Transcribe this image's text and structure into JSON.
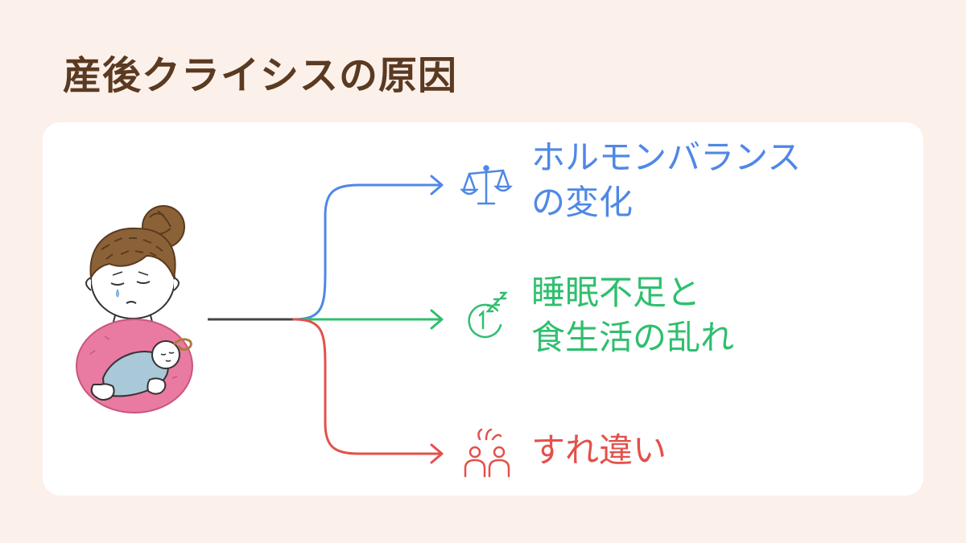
{
  "title": "産後クライシスの原因",
  "colors": {
    "background": "#fcf0ea",
    "card": "#ffffff",
    "title": "#5b3a22",
    "hormone": "#4f88e6",
    "sleep": "#2fbf6e",
    "mismatch": "#e3514b",
    "trunk": "#444444"
  },
  "causes": [
    {
      "id": "hormone",
      "icon": "balance-scale-icon",
      "lines": [
        "ホルモンバランス",
        "の変化"
      ]
    },
    {
      "id": "sleep",
      "icon": "sleep-clock-icon",
      "lines": [
        "睡眠不足と",
        "食生活の乱れ"
      ]
    },
    {
      "id": "mismatch",
      "icon": "quarreling-couple-icon",
      "lines": [
        "すれ違い"
      ]
    }
  ],
  "illustration": "tired-mother-holding-baby"
}
